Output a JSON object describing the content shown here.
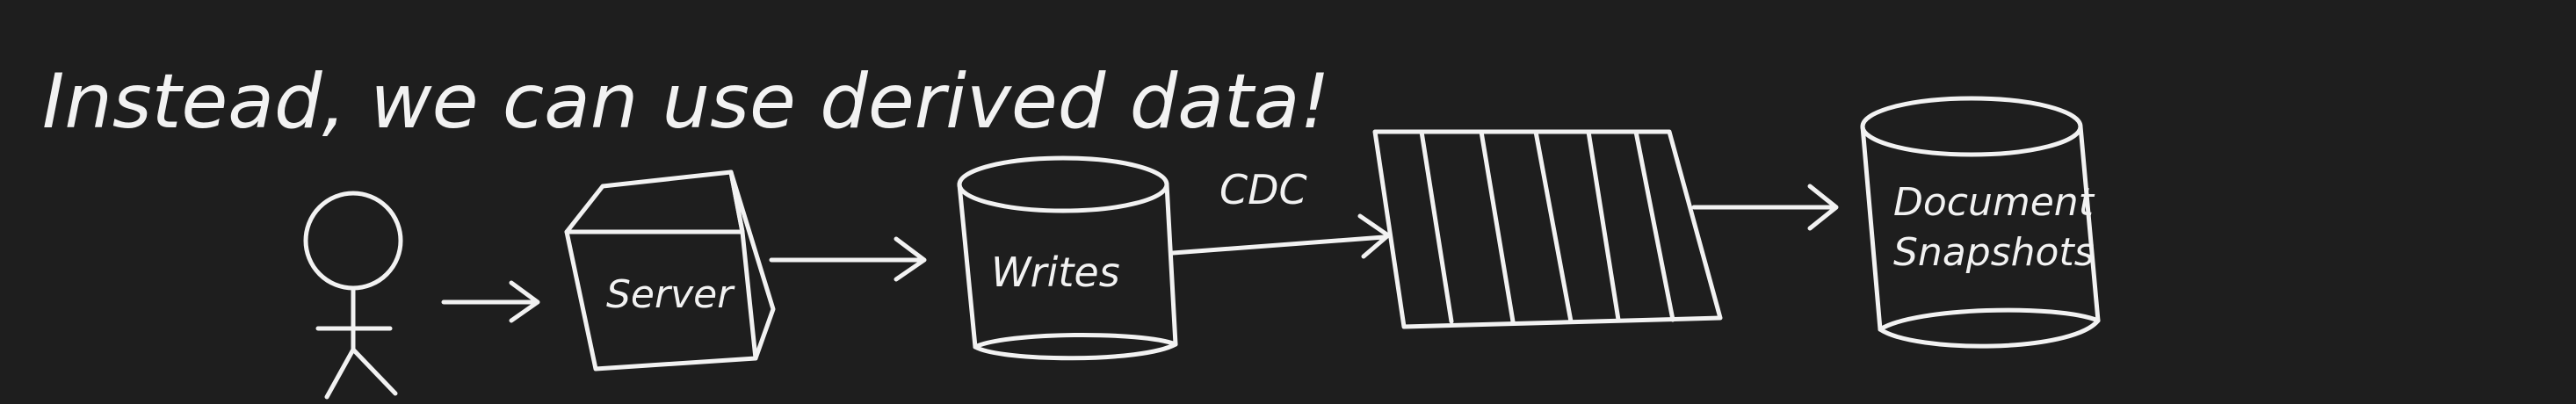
{
  "heading": "Instead, we can use derived data!",
  "nodes": {
    "server": "Server",
    "writes": "Writes",
    "document_line1": "Document",
    "document_line2": "Snapshots"
  },
  "edges": {
    "cdc": "CDC"
  },
  "colors": {
    "background": "#1e1e1e",
    "ink": "#f2f2f2"
  }
}
